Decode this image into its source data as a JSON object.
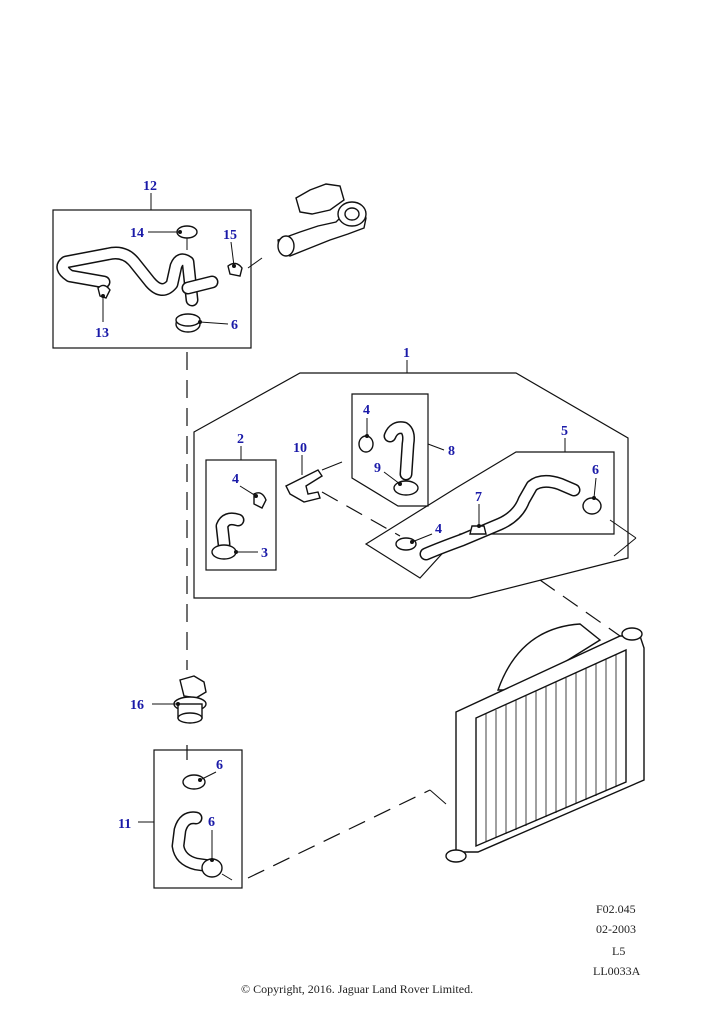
{
  "callouts": {
    "c1": "1",
    "c2": "2",
    "c3": "3",
    "c4a": "4",
    "c4b": "4",
    "c4c": "4",
    "c5": "5",
    "c6a": "6",
    "c6b": "6",
    "c6c": "6",
    "c6d": "6",
    "c7": "7",
    "c8": "8",
    "c9": "9",
    "c10": "10",
    "c11": "11",
    "c12": "12",
    "c13": "13",
    "c14": "14",
    "c15": "15",
    "c16": "16"
  },
  "reference": {
    "figure": "F02.045",
    "date": "02-2003",
    "level": "L5",
    "code": "LL0033A"
  },
  "copyright": "© Copyright, 2016. Jaguar Land Rover Limited."
}
